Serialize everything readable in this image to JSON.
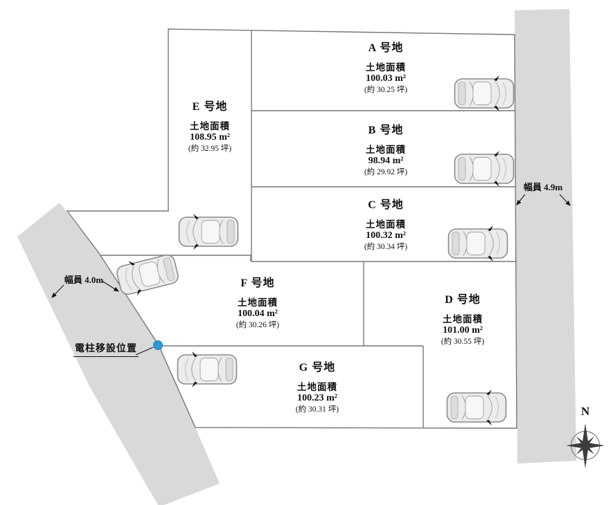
{
  "colors": {
    "road_fill": "#d9d9d9",
    "boundary_line": "#777777",
    "text_color": "#111111",
    "pole_dot": "#2e97d4",
    "compass": "#3d3d3d",
    "car_body": "#ececec",
    "car_outline": "#8a8a8a"
  },
  "lots": [
    {
      "id": "A",
      "name": "A 号地",
      "area_label": "土地面積",
      "area_value": "100.03 m²",
      "tsubo": "(約 30.25 坪)"
    },
    {
      "id": "B",
      "name": "B 号地",
      "area_label": "土地面積",
      "area_value": "98.94 m²",
      "tsubo": "(約 29.92 坪)"
    },
    {
      "id": "C",
      "name": "C 号地",
      "area_label": "土地面積",
      "area_value": "100.32 m²",
      "tsubo": "(約 30.34 坪)"
    },
    {
      "id": "D",
      "name": "D 号地",
      "area_label": "土地面積",
      "area_value": "101.00 m²",
      "tsubo": "(約 30.55 坪)"
    },
    {
      "id": "E",
      "name": "E 号地",
      "area_label": "土地面積",
      "area_value": "108.95 m²",
      "tsubo": "(約 32.95 坪)"
    },
    {
      "id": "F",
      "name": "F 号地",
      "area_label": "土地面積",
      "area_value": "100.04 m²",
      "tsubo": "(約 30.26 坪)"
    },
    {
      "id": "G",
      "name": "G 号地",
      "area_label": "土地面積",
      "area_value": "100.23 m²",
      "tsubo": "(約 30.31 坪)"
    }
  ],
  "roads": [
    {
      "id": "east",
      "width_label": "幅員 4.9m"
    },
    {
      "id": "west",
      "width_label": "幅員 4.0m"
    }
  ],
  "annotations": {
    "pole_label": "電柱移設位置",
    "compass_label": "N"
  }
}
